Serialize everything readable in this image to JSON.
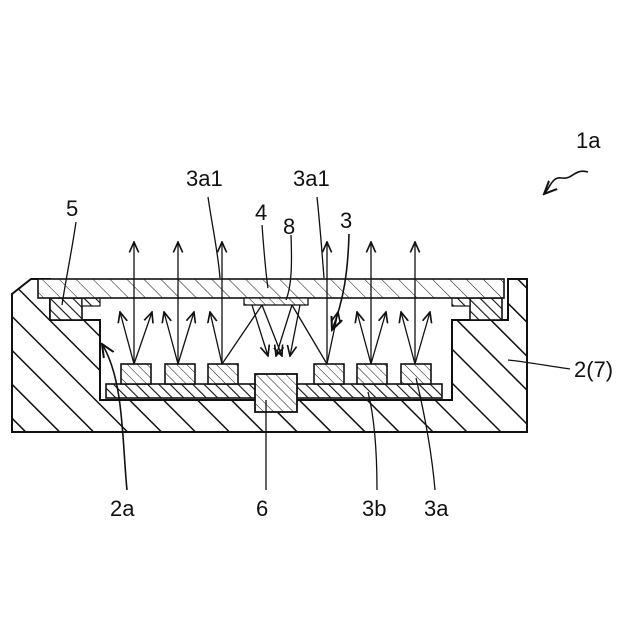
{
  "labels": {
    "device": "1a",
    "housing": "2(7)",
    "recess": "2a",
    "light_ray_a": "3a1",
    "light_ray_b": "3a1",
    "light_emitting_unit": "3",
    "led": "3a",
    "substrate": "3b",
    "cover": "4",
    "adhesive": "5",
    "sensor": "6",
    "reflector": "8"
  }
}
